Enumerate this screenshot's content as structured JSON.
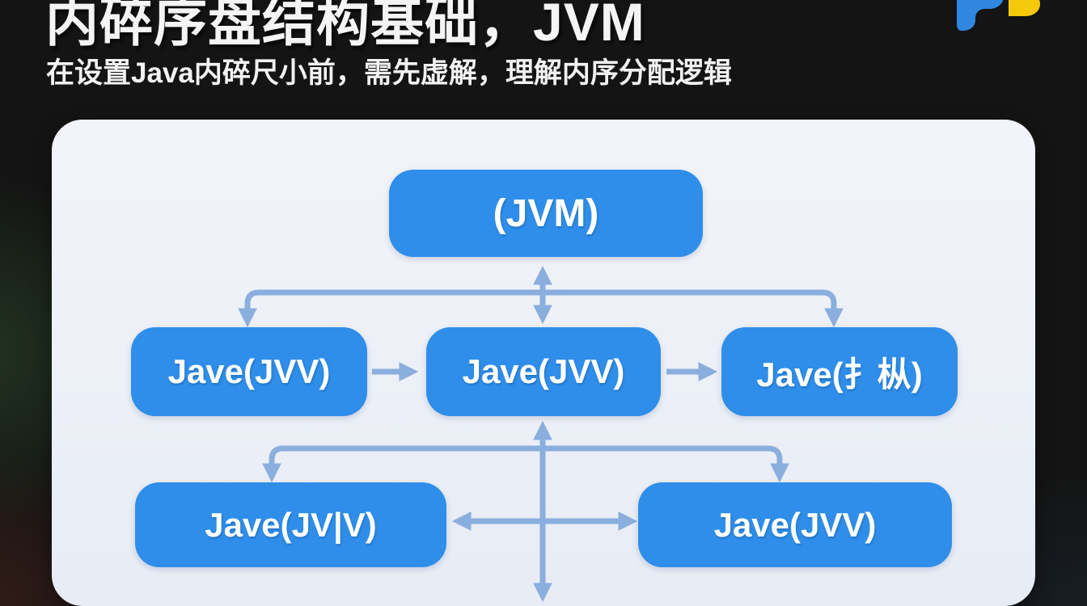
{
  "header": {
    "title": "内碎序盘结构基础，JVM",
    "subtitle": "在设置Java内碎尺小前，需先虚解，理解内序分配逻辑"
  },
  "logo": {
    "blue": "#2f87e0",
    "yellow": "#f6c90a"
  },
  "diagram": {
    "root": {
      "label": "(JVM)"
    },
    "middle": [
      {
        "label": "Jave(JVV)"
      },
      {
        "label": "Jave(JVV)"
      },
      {
        "label": "Jave(扌枞)"
      }
    ],
    "bottom": [
      {
        "label": "Jave(JV|V)"
      },
      {
        "label": "Jave(JVV)"
      }
    ],
    "colors": {
      "node_fill": "#2e8ee9",
      "node_text": "#ffffff",
      "arrow": "#8aaedd",
      "card_bg": "#eef0f6",
      "page_bg": "#141414"
    }
  }
}
